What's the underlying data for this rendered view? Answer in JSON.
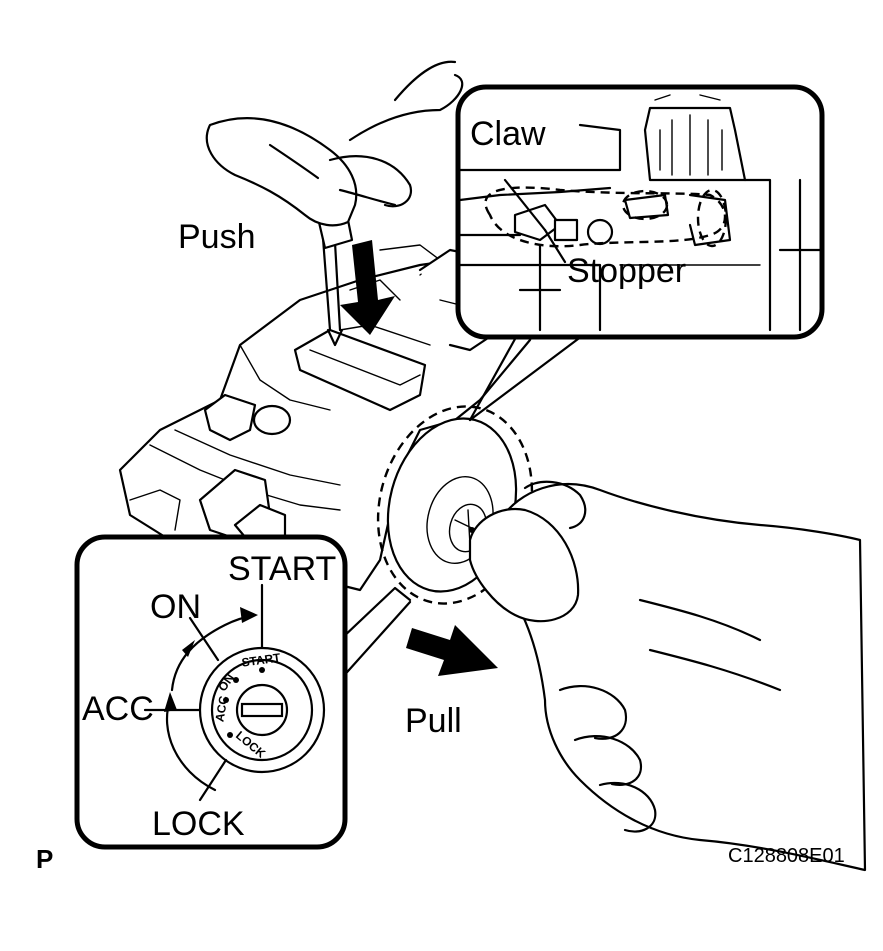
{
  "labels": {
    "push": "Push",
    "pull": "Pull",
    "claw": "Claw",
    "stopper": "Stopper",
    "start": "START",
    "on": "ON",
    "acc": "ACC",
    "lock": "LOCK",
    "cylinder_start": "START",
    "cylinder_on": "ON",
    "cylinder_acc": "ACC",
    "cylinder_lock": "LOCK"
  },
  "figure_code": "C128808E01",
  "page_marker": "P"
}
